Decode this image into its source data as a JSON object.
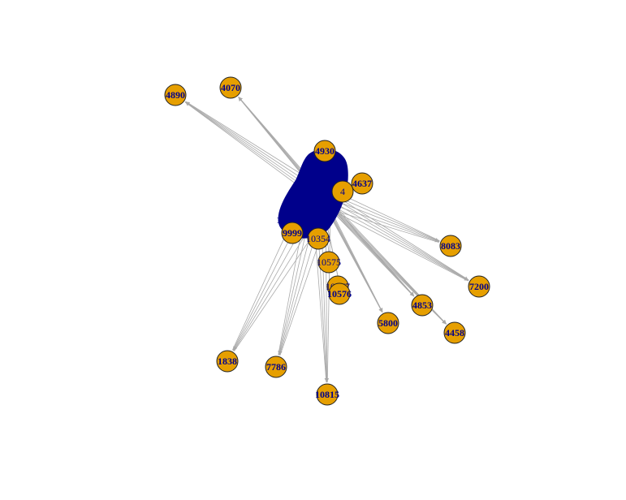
{
  "diagram": {
    "type": "network-graph",
    "colors": {
      "node_fill": "#e69f00",
      "node_border": "#222222",
      "label": "#00008b",
      "edge": "#a9a9a9",
      "hub_cluster": "#00008b"
    },
    "hub_label_fragment": "1",
    "nodes": [
      {
        "id": "n4890",
        "label": "4890"
      },
      {
        "id": "n4070",
        "label": "4070"
      },
      {
        "id": "n_top",
        "label": "4930"
      },
      {
        "id": "n4637",
        "label": "4637"
      },
      {
        "id": "n4",
        "label": "4"
      },
      {
        "id": "n9999",
        "label": "9999"
      },
      {
        "id": "n10354",
        "label": "10354"
      },
      {
        "id": "n10575",
        "label": "10575"
      },
      {
        "id": "n10577",
        "label": "10577"
      },
      {
        "id": "n10576",
        "label": "10576"
      },
      {
        "id": "n8083",
        "label": "8083"
      },
      {
        "id": "n7200",
        "label": "7200"
      },
      {
        "id": "n4853",
        "label": "4853"
      },
      {
        "id": "n4458",
        "label": "4458"
      },
      {
        "id": "n5800",
        "label": "5800"
      },
      {
        "id": "n1838",
        "label": "1838"
      },
      {
        "id": "n7786",
        "label": "7786"
      },
      {
        "id": "n10815",
        "label": "10815"
      }
    ]
  }
}
